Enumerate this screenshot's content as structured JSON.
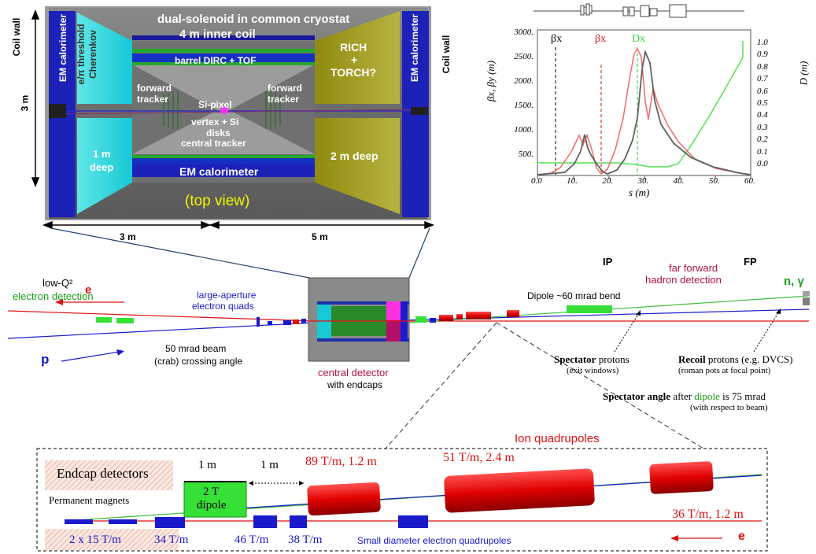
{
  "detector": {
    "title_line1": "dual-solenoid in common cryostat",
    "title_line2": "4 m inner coil",
    "coil_wall_left": "Coil wall",
    "coil_wall_right": "Coil wall",
    "em_cal_left": "EM calorimeter",
    "em_cal_right": "EM calorimeter",
    "em_cal_bottom": "EM calorimeter",
    "cherenkov": "e/π threshold Cherenkov",
    "cherenkov_line1": "e/π threshold",
    "cherenkov_line2": "Cherenkov",
    "barrel_dirc": "barrel DIRC + TOF",
    "rich_line1": "RICH",
    "rich_line2": "+",
    "rich_line3": "TORCH?",
    "fwd_tracker_left_1": "forward",
    "fwd_tracker_left_2": "tracker",
    "fwd_tracker_right_1": "forward",
    "fwd_tracker_right_2": "tracker",
    "si_pixel_1": "Si-pixel",
    "si_pixel_2": "vertex + Si",
    "si_pixel_3": "disks",
    "central_tracker": "central tracker",
    "one_m_deep_1": "1 m",
    "one_m_deep_2": "deep",
    "two_m_deep": "2 m deep",
    "top_view": "(top view)",
    "height_label": "3 m",
    "width_left": "3 m",
    "width_right": "5 m"
  },
  "optics_plot": {
    "y_ticks_left": [
      "3000.",
      "2500.",
      "2000.",
      "1500.",
      "1000.",
      "500."
    ],
    "y_ticks_right": [
      "1.0",
      "0.9",
      "0.8",
      "0.7",
      "0.6",
      "0.5",
      "0.4",
      "0.3",
      "0.2",
      "0.1",
      "0.0"
    ],
    "x_ticks": [
      "0.0",
      "10.",
      "20.",
      "30.",
      "40.",
      "50.",
      "60."
    ],
    "y_label_left": "βx, βy (m)",
    "y_label_right": "D (m)",
    "x_label": "s (m)",
    "label_bx_black": "βx",
    "label_bx_red": "βx",
    "label_dx": "Dx"
  },
  "beamline": {
    "ip": "IP",
    "fp": "FP",
    "far_forward_1": "far forward",
    "far_forward_2": "hadron detection",
    "n_gamma": "n, γ",
    "low_q2_1": "low-Q²",
    "low_q2_2": "electron detection",
    "e_label": "e",
    "p_label": "p",
    "large_aperture_1": "large-aperture",
    "large_aperture_2": "electron quads",
    "crossing_1": "50 mrad beam",
    "crossing_2": "(crab) crossing angle",
    "central_detector_1": "central detector",
    "central_detector_2": "with endcaps",
    "dipole_bend": "Dipole ~60 mrad bend",
    "spectator_bold": "Spectator",
    "spectator_rest": " protons",
    "spectator_sub": "(exit windows)",
    "recoil_bold": "Recoil",
    "recoil_rest": " protons (e.g. DVCS)",
    "recoil_sub": "(roman pots at focal point)",
    "spectator_angle_bold": "Spectator angle",
    "spectator_angle_mid": " after ",
    "spectator_angle_dipole": "dipole",
    "spectator_angle_end": " is 75 mrad",
    "spectator_angle_sub": "(with respect to beam)"
  },
  "inset": {
    "ion_quadrupoles": "Ion quadrupoles",
    "endcap_detectors": "Endcap detectors",
    "permanent_magnets": "Permanent magnets",
    "one_m_a": "1 m",
    "one_m_b": "1 m",
    "dipole_1": "2 T",
    "dipole_2": "dipole",
    "q1": "89 T/m, 1.2 m",
    "q2": "51 T/m, 2.4 m",
    "q3": "36 T/m, 1.2 m",
    "pm1": "2 x 15 T/m",
    "pm2": "34 T/m",
    "pm3": "46 T/m",
    "pm4": "38 T/m",
    "small_quads": "Small diameter electron quadrupoles",
    "e_label": "e"
  },
  "colors": {
    "red": "#e01010",
    "blue": "#1a1acc",
    "green": "#1aa01a",
    "maroon": "#b0104a",
    "cyan": "#2ee6e6",
    "olive": "#a3a020",
    "gray": "#6e6e6e"
  }
}
